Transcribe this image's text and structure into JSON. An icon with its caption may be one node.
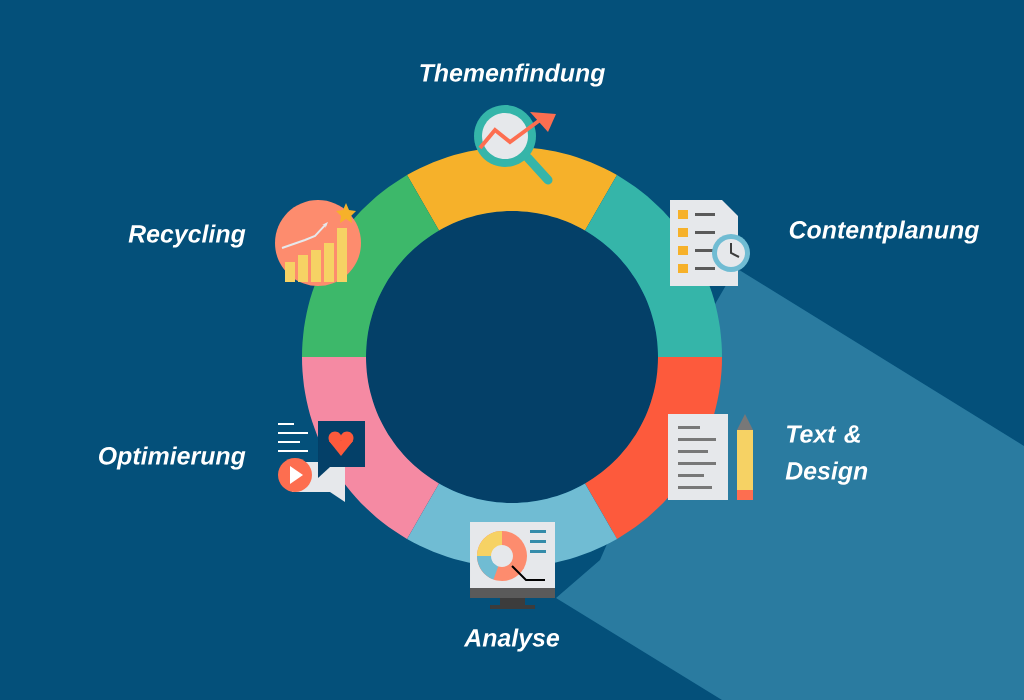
{
  "diagram": {
    "nodes": [
      {
        "text": [
          "Themenfindung"
        ]
      },
      {
        "text": [
          "Contentplanung"
        ]
      },
      {
        "text": [
          "Text & Design"
        ]
      },
      {
        "text": [
          "Analyse"
        ]
      },
      {
        "text": [
          "Optimierung"
        ]
      },
      {
        "text": [
          "Recycling"
        ]
      }
    ]
  }
}
